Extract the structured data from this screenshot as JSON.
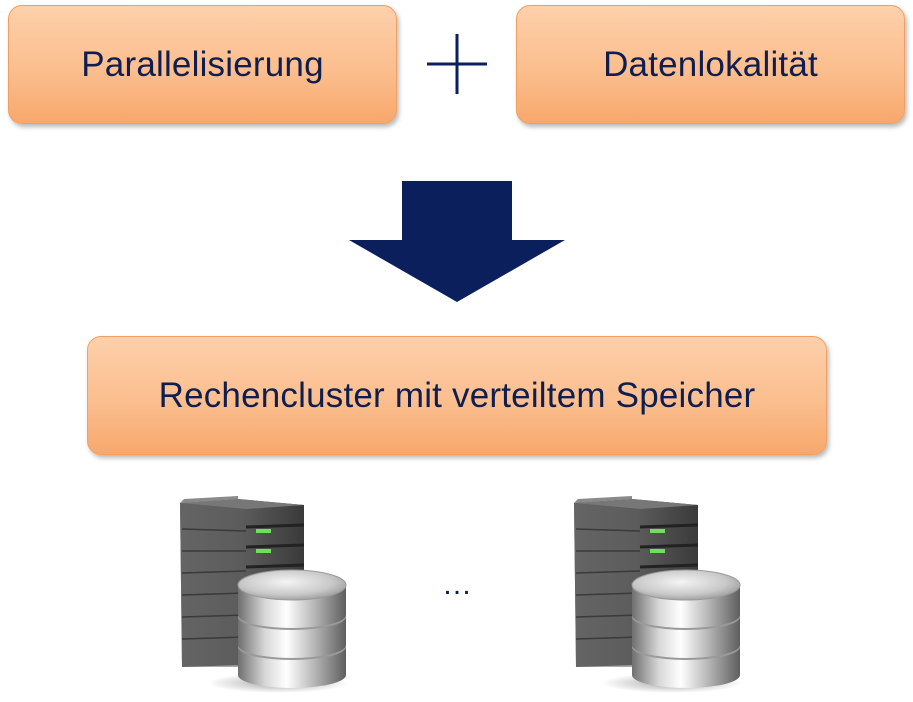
{
  "boxes": {
    "parallelization": "Parallelisierung",
    "data_locality": "Datenlokalität",
    "cluster": "Rechencluster mit verteiltem Speicher"
  },
  "ellipsis": "…",
  "icons": {
    "plus": "plus-icon",
    "arrow": "down-arrow-icon",
    "server": "server-database-icon"
  },
  "colors": {
    "box_fill": "#fbbe8e",
    "box_border": "#f0a060",
    "text": "#0f1e4f",
    "arrow": "#0b1f5c",
    "led": "#6fe05a"
  }
}
